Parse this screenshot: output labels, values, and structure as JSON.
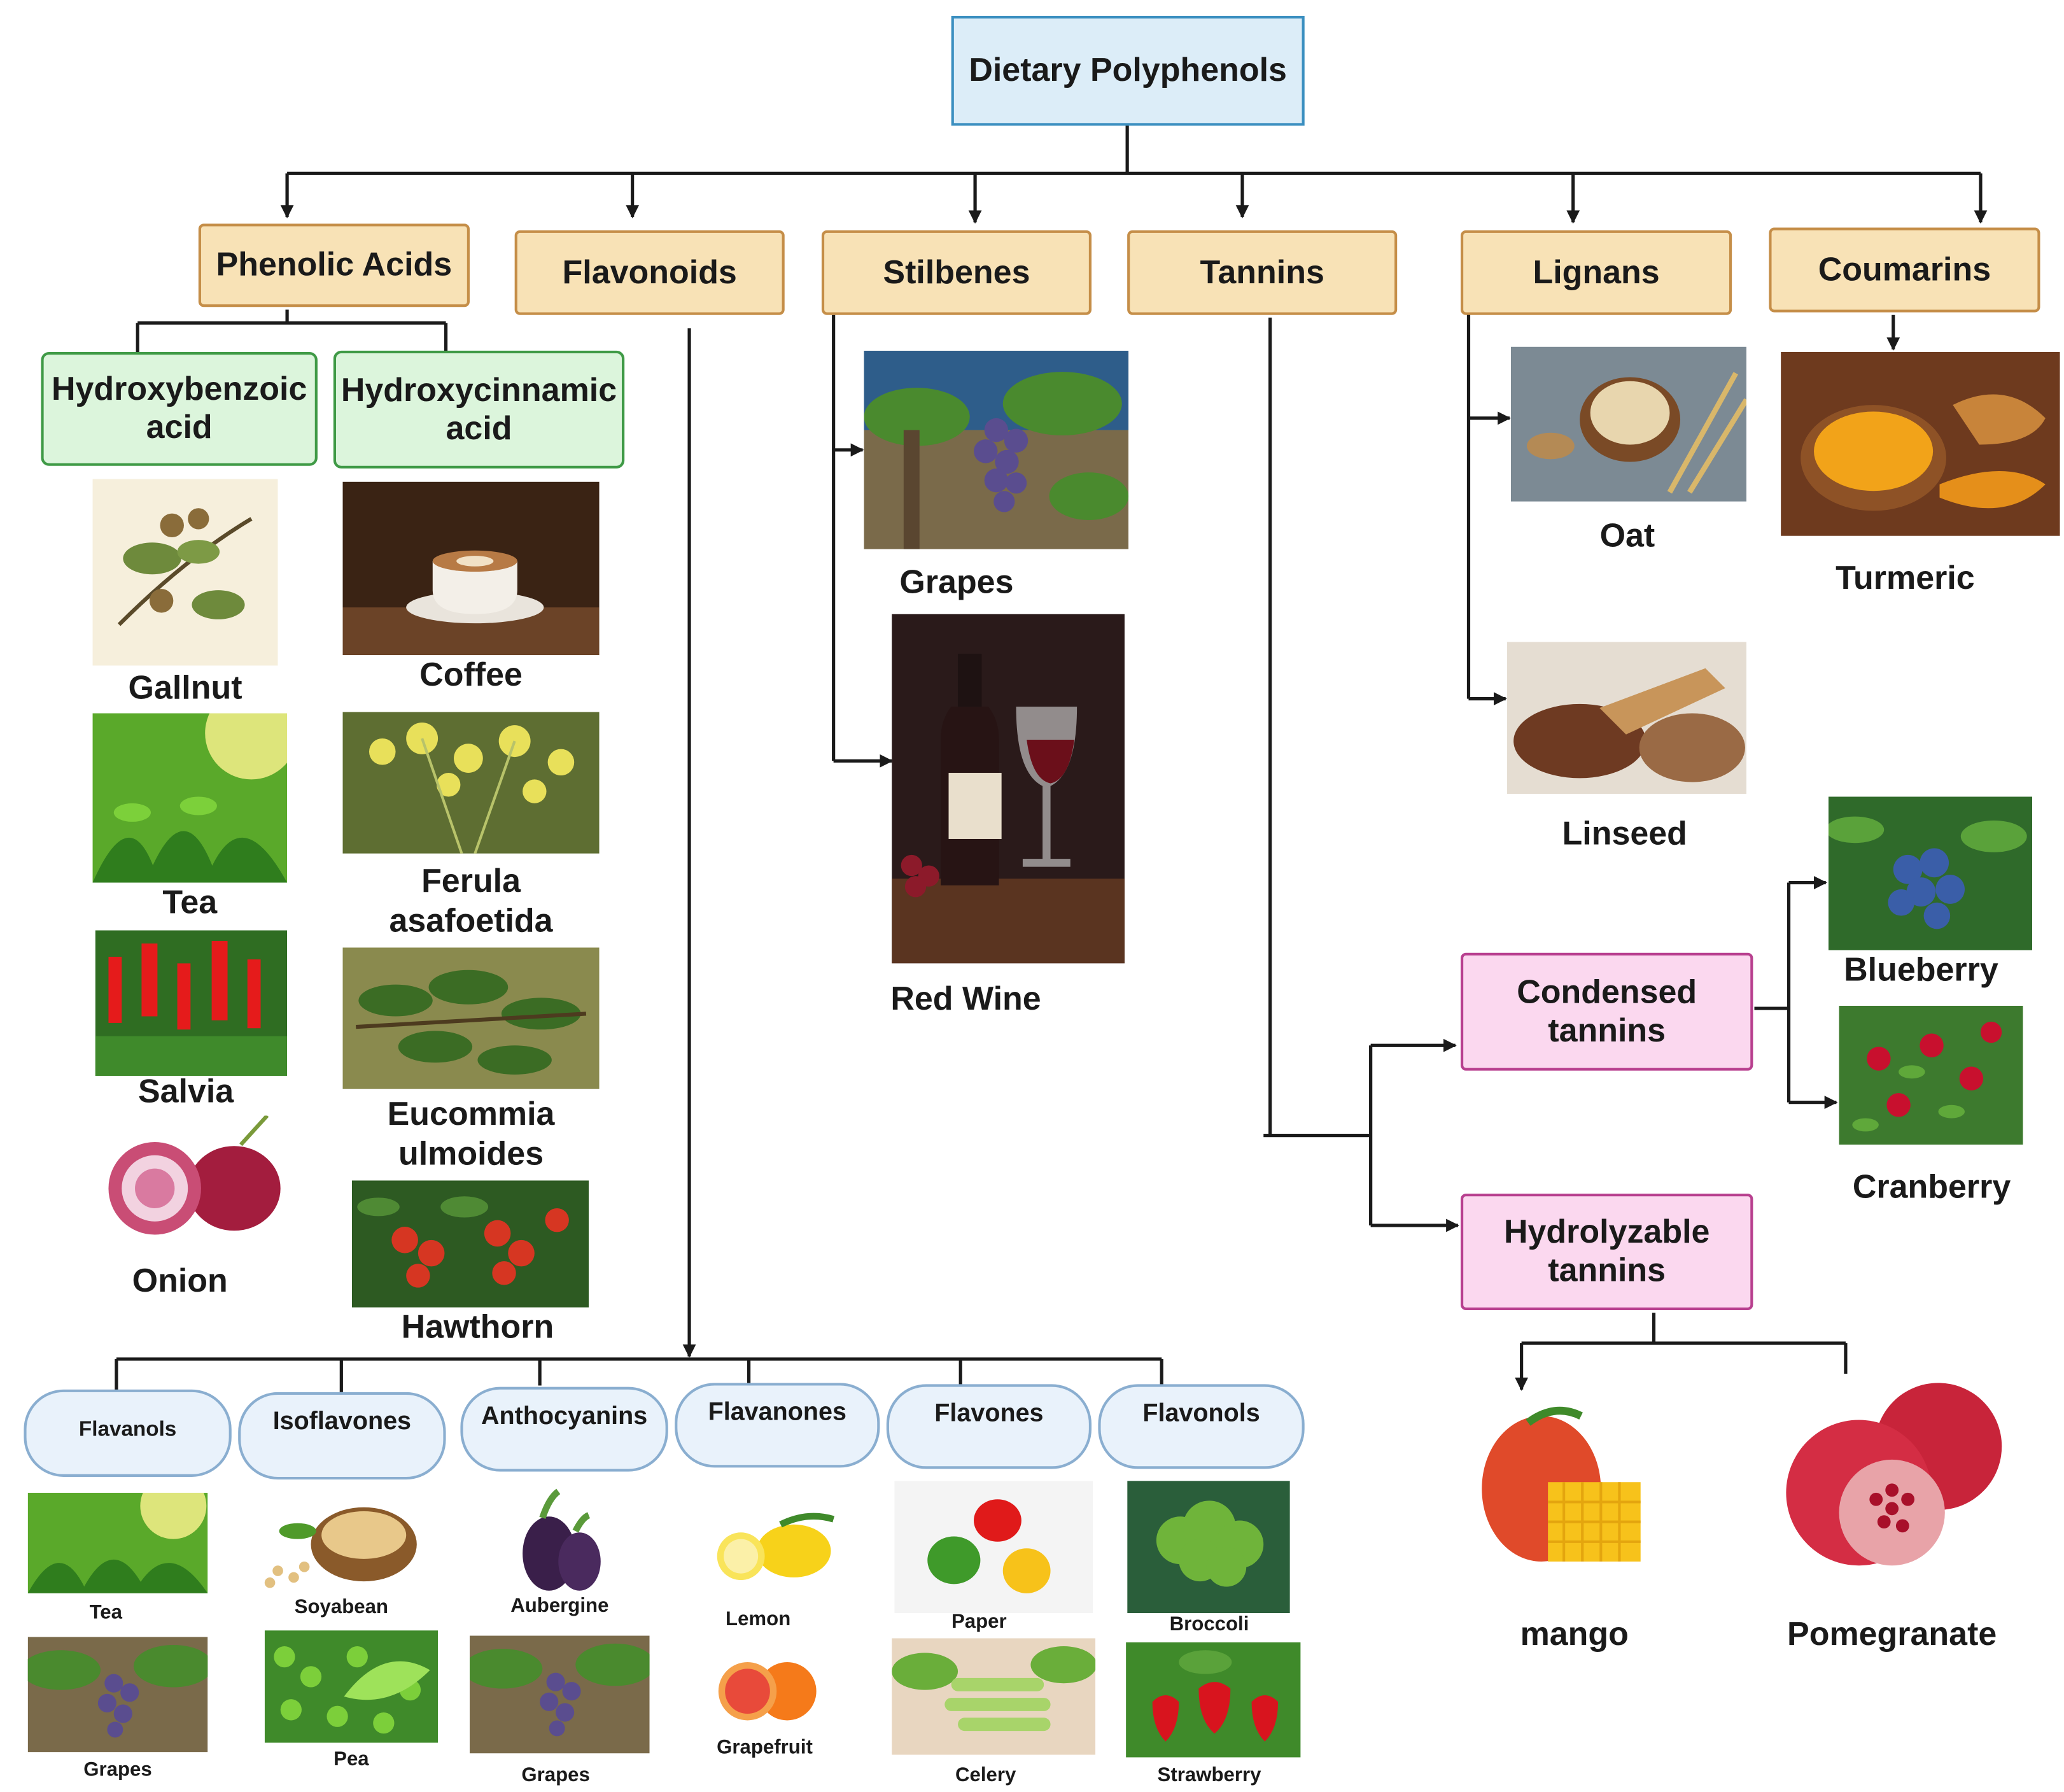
{
  "root": "Dietary Polyphenols",
  "categories": {
    "phenolic_acids": "Phenolic Acids",
    "flavonoids": "Flavonoids",
    "stilbenes": "Stilbenes",
    "tannins": "Tannins",
    "lignans": "Lignans",
    "coumarins": "Coumarins"
  },
  "phenolic_subtypes": {
    "hydroxybenzoic_1": "Hydroxybenzoic",
    "hydroxybenzoic_2": "acid",
    "hydroxycinnamic_1": "Hydroxycinnamic",
    "hydroxycinnamic_2": "acid"
  },
  "hydroxybenzoic_sources": [
    "Gallnut",
    "Tea",
    "Salvia",
    "Onion"
  ],
  "hydroxycinnamic_sources": {
    "coffee": "Coffee",
    "ferula_1": "Ferula",
    "ferula_2": "asafoetida",
    "eucommia_1": "Eucommia",
    "eucommia_2": "ulmoides",
    "hawthorn": "Hawthorn"
  },
  "stilbene_sources": [
    "Grapes",
    "Red Wine"
  ],
  "lignan_sources": [
    "Oat",
    "Linseed"
  ],
  "coumarin_sources": [
    "Turmeric"
  ],
  "tannin_subtypes": {
    "condensed_1": "Condensed",
    "condensed_2": "tannins",
    "hydrolyzable_1": "Hydrolyzable",
    "hydrolyzable_2": "tannins"
  },
  "condensed_sources": [
    "Blueberry",
    "Cranberry"
  ],
  "hydrolyzable_sources": [
    "mango",
    "Pomegranate"
  ],
  "flavonoid_subclasses": [
    {
      "name": "Flavanols",
      "sources": [
        "Tea",
        "Grapes"
      ]
    },
    {
      "name": "Isoflavones",
      "sources": [
        "Soyabean",
        "Pea"
      ]
    },
    {
      "name": "Anthocyanins",
      "sources": [
        "Aubergine",
        "Grapes"
      ]
    },
    {
      "name": "Flavanones",
      "sources": [
        "Lemon",
        "Grapefruit"
      ]
    },
    {
      "name": "Flavones",
      "sources": [
        "Paper",
        "Celery"
      ]
    },
    {
      "name": "Flavonols",
      "sources": [
        "Broccoli",
        "Strawberry"
      ]
    }
  ],
  "colors": {
    "root_fill": "#dcedf8",
    "category_fill": "#f8e2b6",
    "phenolic_subtype_fill": "#dcf5dc",
    "tannin_subtype_fill": "#fbd8ef",
    "flavonoid_pill_fill": "#e9f2fb",
    "connector": "#1a1a1a"
  }
}
